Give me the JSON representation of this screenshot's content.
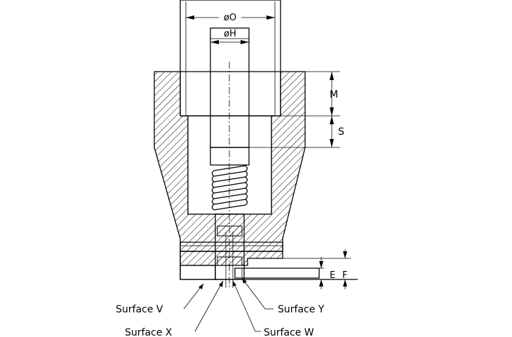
{
  "diagram": {
    "dimensions": {
      "o": "øO",
      "h": "øH",
      "m": "M",
      "s": "S",
      "e": "E",
      "f": "F"
    },
    "surfaces": {
      "v": "Surface V",
      "x": "Surface X",
      "y": "Surface Y",
      "w": "Surface W"
    }
  }
}
